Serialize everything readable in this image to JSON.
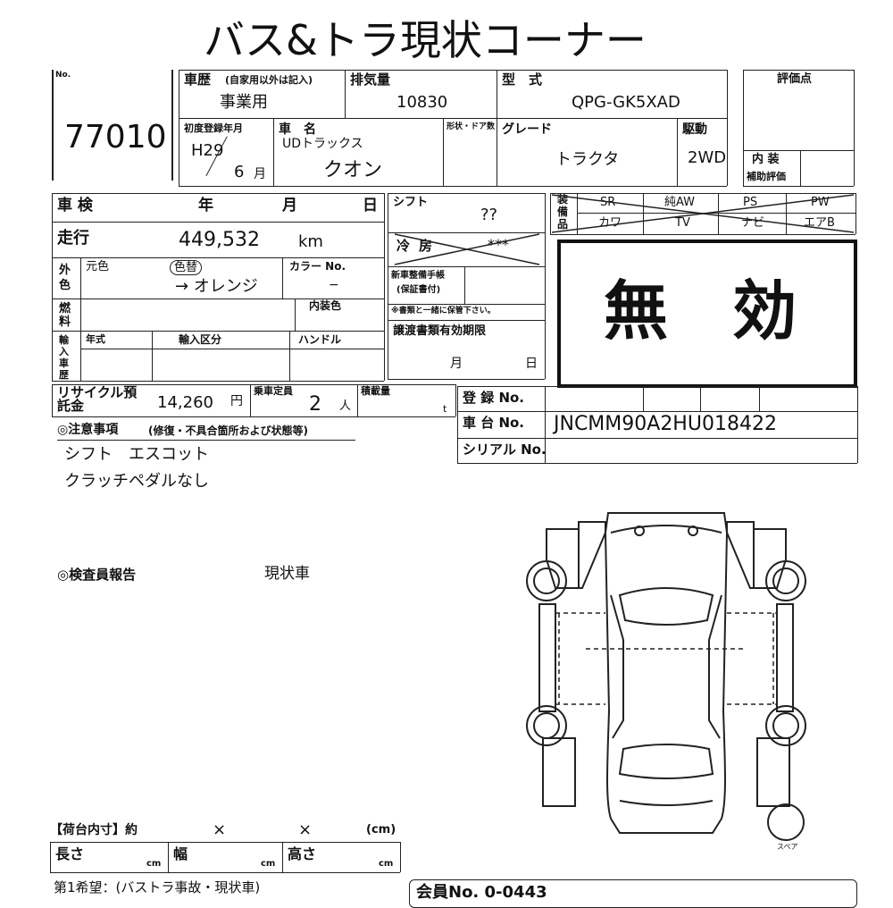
{
  "title": "バス&トラ現状コーナー",
  "lot": {
    "label": "No.",
    "number": "77010"
  },
  "history": {
    "label": "車歴",
    "note": "(自家用以外は記入)",
    "value": "事業用"
  },
  "displacement": {
    "label": "排気量",
    "value": "10830"
  },
  "model": {
    "label": "型　式",
    "value": "QPG-GK5XAD"
  },
  "score": {
    "label": "評価点",
    "interior_label": "内 装",
    "sub_label": "補助評価"
  },
  "first_reg": {
    "label": "初度登録年月",
    "era": "H29",
    "month": "6",
    "month_unit": "月"
  },
  "car_name": {
    "label": "車　名",
    "maker": "UDトラックス",
    "name": "クオン"
  },
  "shape_label": "形状・ドア数",
  "grade": {
    "label": "グレード",
    "value": "トラクタ"
  },
  "drive": {
    "label": "駆動",
    "value": "2WD"
  },
  "inspection": {
    "label": "車 検",
    "year": "年",
    "month": "月",
    "day": "日"
  },
  "shift": {
    "label": "シフト",
    "value": "??"
  },
  "equipment": {
    "label": "装備品",
    "row1": [
      "SR",
      "純AW",
      "PS",
      "PW"
    ],
    "row2": [
      "カワ",
      "TV",
      "ナビ",
      "エアB"
    ]
  },
  "mileage": {
    "label": "走行",
    "value": "449,532",
    "unit": "km"
  },
  "aircon": {
    "label": "冷房",
    "value": "***"
  },
  "color": {
    "label": "外色",
    "orig_label": "元色",
    "changed_label": "色替",
    "value": "→ オレンジ",
    "code_label": "カラー No.",
    "code_value": "−"
  },
  "new_car_manual": {
    "label": "新車整備手帳",
    "sub": "(保証書付)",
    "note": "※書類と一緒に保管下さい。"
  },
  "fuel": {
    "label": "燃料",
    "interior_color_label": "内装色"
  },
  "invalid_stamp": "無　効",
  "transfer": {
    "label": "譲渡書類有効期限",
    "month": "月",
    "day": "日"
  },
  "import": {
    "label": "輸入車歴",
    "year_label": "年式",
    "category_label": "輸入区分",
    "handle_label": "ハンドル"
  },
  "recycle": {
    "label": "リサイクル預託金",
    "value": "14,260",
    "unit": "円"
  },
  "capacity": {
    "label": "乗車定員",
    "value": "2",
    "unit": "人"
  },
  "load": {
    "label": "積載量",
    "unit": "t"
  },
  "registration": {
    "label": "登 録 No."
  },
  "chassis": {
    "label": "車 台 No.",
    "value": "JNCMM90A2HU018422"
  },
  "serial": {
    "label": "シリアル No."
  },
  "notes": {
    "label": "◎注意事項",
    "sub": "(修復・不具合箇所および状態等)",
    "lines": [
      "シフト　エスコット",
      "クラッチペダルなし"
    ]
  },
  "inspector": {
    "label": "◎検査員報告",
    "value": "現状車"
  },
  "spare_label": "スペア",
  "cargo": {
    "label": "【荷台内寸】約",
    "x1": "×",
    "x2": "×",
    "unit": "(cm)",
    "length": "長さ",
    "width": "幅",
    "height": "高さ",
    "cm": "cm"
  },
  "wish": {
    "text": "第1希望：(バストラ事故・現状車)"
  },
  "member": {
    "text": "会員No. 0-0443"
  }
}
